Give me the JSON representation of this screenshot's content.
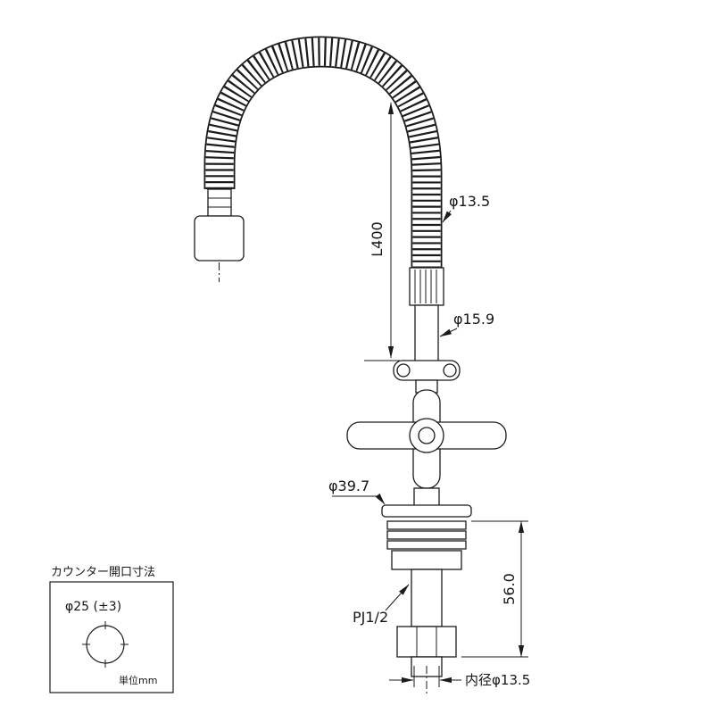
{
  "drawing": {
    "title": "faucet-with-flexible-gooseneck-hose-dimension-drawing",
    "dimensions": {
      "hose_diameter": "φ13.5",
      "hose_length": "L400",
      "pipe_diameter": "φ15.9",
      "flange_diameter": "φ39.7",
      "under_counter_height": "56.0",
      "thread_spec": "PJ1/2",
      "outlet_inner_diameter": "内径φ13.5"
    },
    "counter_note": {
      "title": "カウンター開口寸法",
      "hole_diameter": "φ25 (±3)",
      "unit": "単位mm"
    },
    "colors": {
      "line": "#1b1b1b",
      "background": "#ffffff"
    }
  }
}
